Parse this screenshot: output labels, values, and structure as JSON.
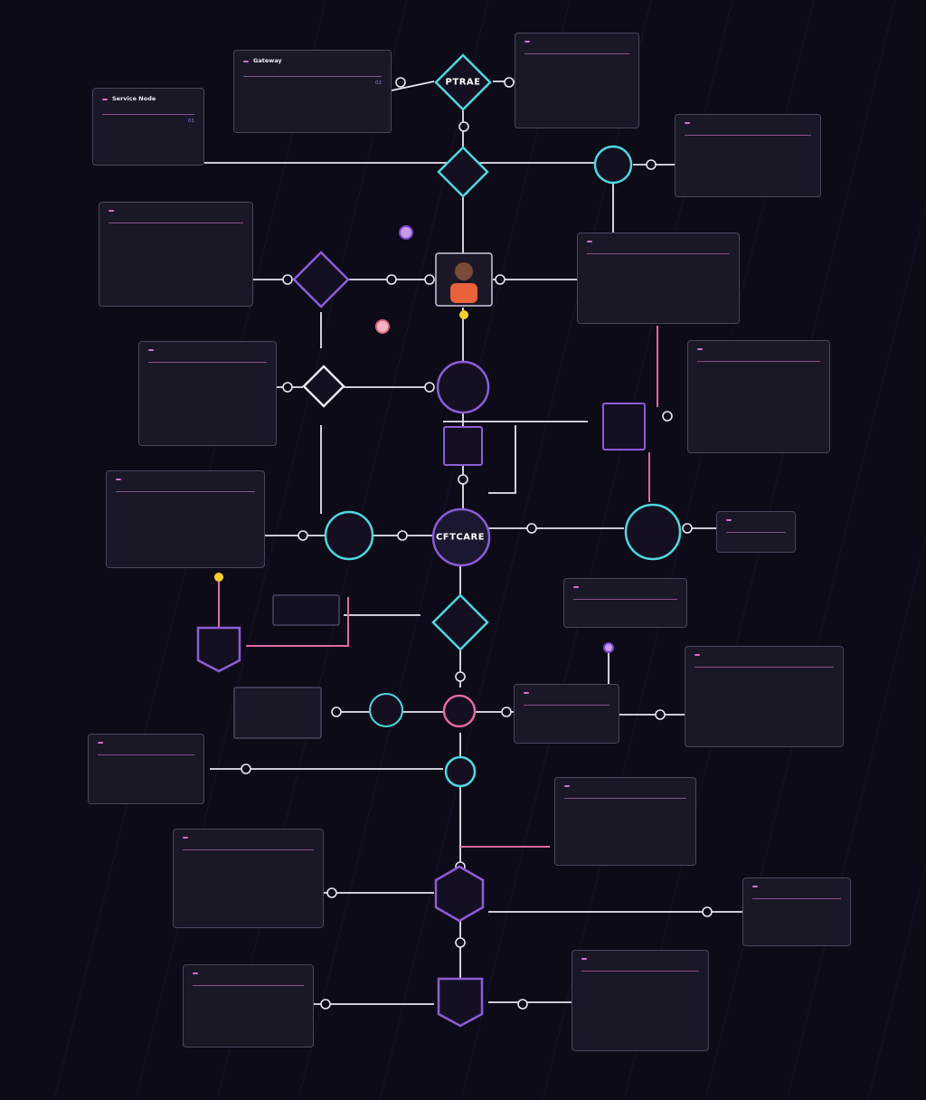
{
  "cards": [
    {
      "id": "c1",
      "badge": "",
      "title": "Service Node",
      "body": "",
      "meta1": "",
      "meta2": "",
      "code": "01"
    },
    {
      "id": "c2",
      "badge": "",
      "title": "Gateway",
      "body": "",
      "meta1": "",
      "meta2": "",
      "code": "02"
    },
    {
      "id": "c3",
      "badge": "",
      "title": "",
      "body": "",
      "meta1": "",
      "meta2": "",
      "code": ""
    },
    {
      "id": "c4",
      "badge": "",
      "title": "",
      "body": "",
      "meta1": "",
      "meta2": "",
      "code": ""
    },
    {
      "id": "c5",
      "badge": "",
      "title": "",
      "body": "",
      "meta1": "",
      "meta2": "",
      "code": ""
    },
    {
      "id": "c6",
      "badge": "",
      "title": "",
      "body": "",
      "meta1": "",
      "meta2": "",
      "code": ""
    },
    {
      "id": "c7",
      "badge": "",
      "title": "",
      "body": "",
      "meta1": "",
      "meta2": "",
      "code": ""
    },
    {
      "id": "c8",
      "badge": "",
      "title": "",
      "body": "",
      "meta1": "",
      "meta2": "",
      "code": ""
    },
    {
      "id": "c9",
      "badge": "",
      "title": "",
      "body": "",
      "meta1": "",
      "meta2": "",
      "code": ""
    },
    {
      "id": "c10",
      "badge": "",
      "title": "",
      "body": "",
      "meta1": "",
      "meta2": "",
      "code": ""
    },
    {
      "id": "c11",
      "badge": "",
      "title": "",
      "body": "",
      "meta1": "",
      "meta2": "",
      "code": ""
    },
    {
      "id": "c12",
      "badge": "",
      "title": "",
      "body": "",
      "meta1": "",
      "meta2": "",
      "code": ""
    },
    {
      "id": "c13",
      "badge": "",
      "title": "",
      "body": "",
      "meta1": "",
      "meta2": "",
      "code": ""
    },
    {
      "id": "c14",
      "badge": "",
      "title": "",
      "body": "",
      "meta1": "",
      "meta2": "",
      "code": ""
    },
    {
      "id": "c15",
      "badge": "",
      "title": "",
      "body": "",
      "meta1": "",
      "meta2": "",
      "code": ""
    },
    {
      "id": "c16",
      "badge": "",
      "title": "",
      "body": "",
      "meta1": "",
      "meta2": "",
      "code": ""
    },
    {
      "id": "c17",
      "badge": "",
      "title": "",
      "body": "",
      "meta1": "",
      "meta2": "",
      "code": ""
    },
    {
      "id": "c18",
      "badge": "",
      "title": "",
      "body": "",
      "meta1": "",
      "meta2": "",
      "code": ""
    },
    {
      "id": "c19",
      "badge": "",
      "title": "",
      "body": "",
      "meta1": "",
      "meta2": "",
      "code": ""
    }
  ],
  "nodes": {
    "top_diamond": "PTRAE",
    "center_hub": "CFTCARE"
  },
  "colors": {
    "background": "#0d0b18",
    "cyan": "#4fd8e0",
    "purple": "#8e5cd8",
    "pink": "#e06aa0",
    "wire": "#e8e6ef",
    "card": "#1a1726",
    "badge": "#d96fd0"
  },
  "icons": [
    "cloud-icon",
    "user-avatar-icon",
    "database-icon",
    "server-icon",
    "lock-icon",
    "network-icon"
  ]
}
